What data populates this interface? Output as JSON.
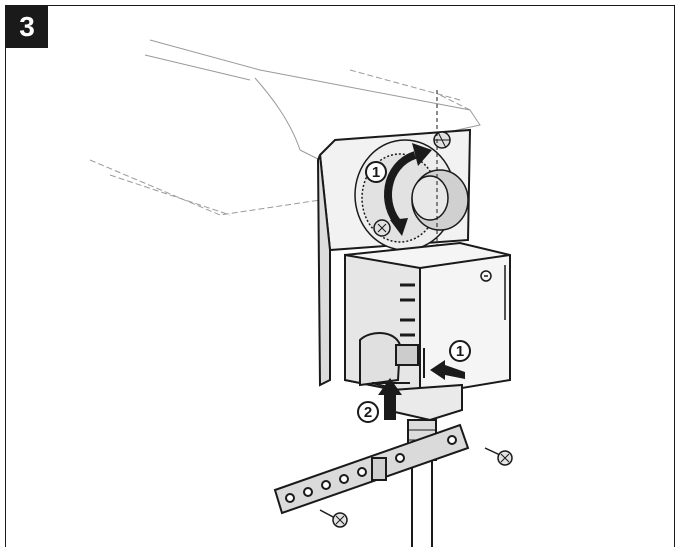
{
  "step": {
    "number": "3"
  },
  "callouts": [
    {
      "label": "1"
    },
    {
      "label": "1"
    },
    {
      "label": "2"
    }
  ],
  "colors": {
    "ink": "#1a1a1a",
    "fill_light": "#ececec",
    "fill_mid": "#d4d4d4",
    "background": "#ffffff"
  }
}
